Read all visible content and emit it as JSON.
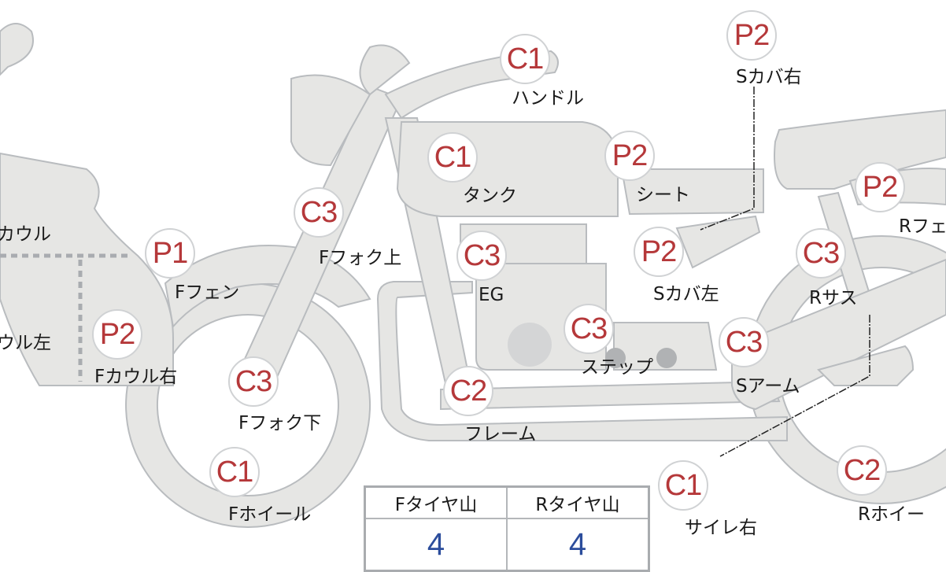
{
  "parts": [
    {
      "code": "C1",
      "label": "ハンドル"
    },
    {
      "code": "P2",
      "label": "Sカバ右"
    },
    {
      "code": "C1",
      "label": "タンク"
    },
    {
      "code": "P2",
      "label": "シート"
    },
    {
      "code": "P2",
      "label": "Rフェ"
    },
    {
      "code": "",
      "label": "カウル"
    },
    {
      "code": "P1",
      "label": "Fフェン"
    },
    {
      "code": "C3",
      "label": "Fフォク上"
    },
    {
      "code": "C3",
      "label": "EG"
    },
    {
      "code": "P2",
      "label": "Sカバ左"
    },
    {
      "code": "C3",
      "label": "Rサス"
    },
    {
      "code": "",
      "label": "ウル左"
    },
    {
      "code": "P2",
      "label": "Fカウル右"
    },
    {
      "code": "C3",
      "label": "ステップ"
    },
    {
      "code": "C3",
      "label": "Sアーム"
    },
    {
      "code": "C3",
      "label": "Fフォク下"
    },
    {
      "code": "C2",
      "label": "フレーム"
    },
    {
      "code": "C1",
      "label": "Fホイール"
    },
    {
      "code": "C1",
      "label": "サイレ右"
    },
    {
      "code": "C2",
      "label": "Rホイー"
    }
  ],
  "tire_table": {
    "headers": [
      "Fタイヤ山",
      "Rタイヤ山"
    ],
    "values": [
      "4",
      "4"
    ]
  },
  "colors": {
    "code": "#b5383a",
    "value": "#2c4d9c",
    "part_fill": "#e6e6e4",
    "part_stroke": "#b9bcbf"
  }
}
